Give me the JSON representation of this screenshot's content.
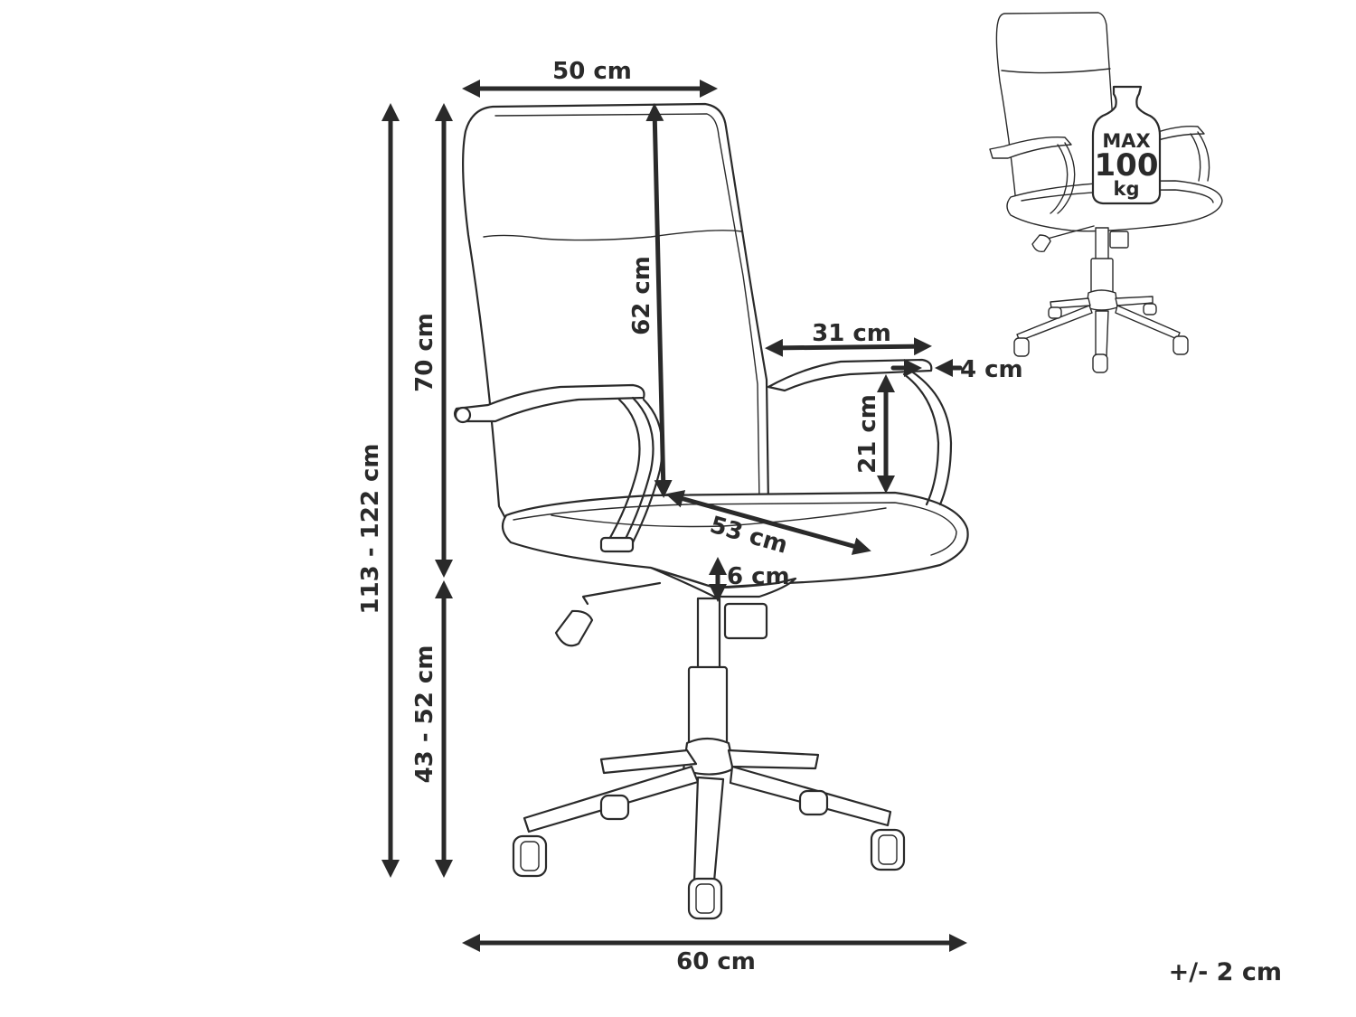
{
  "dimensions": {
    "backrest_width": "50 cm",
    "total_height": "113 - 122 cm",
    "backrest_height": "70 cm",
    "seat_height": "43 - 52 cm",
    "backrest_inner_height": "62 cm",
    "armrest_length": "31 cm",
    "armrest_width": "4 cm",
    "armrest_height": "21 cm",
    "seat_depth": "53 cm",
    "seat_thickness": "6 cm",
    "base_width": "60 cm"
  },
  "tolerance": "+/- 2 cm",
  "load_badge": {
    "line1": "MAX",
    "line2": "100",
    "line3": "kg"
  }
}
